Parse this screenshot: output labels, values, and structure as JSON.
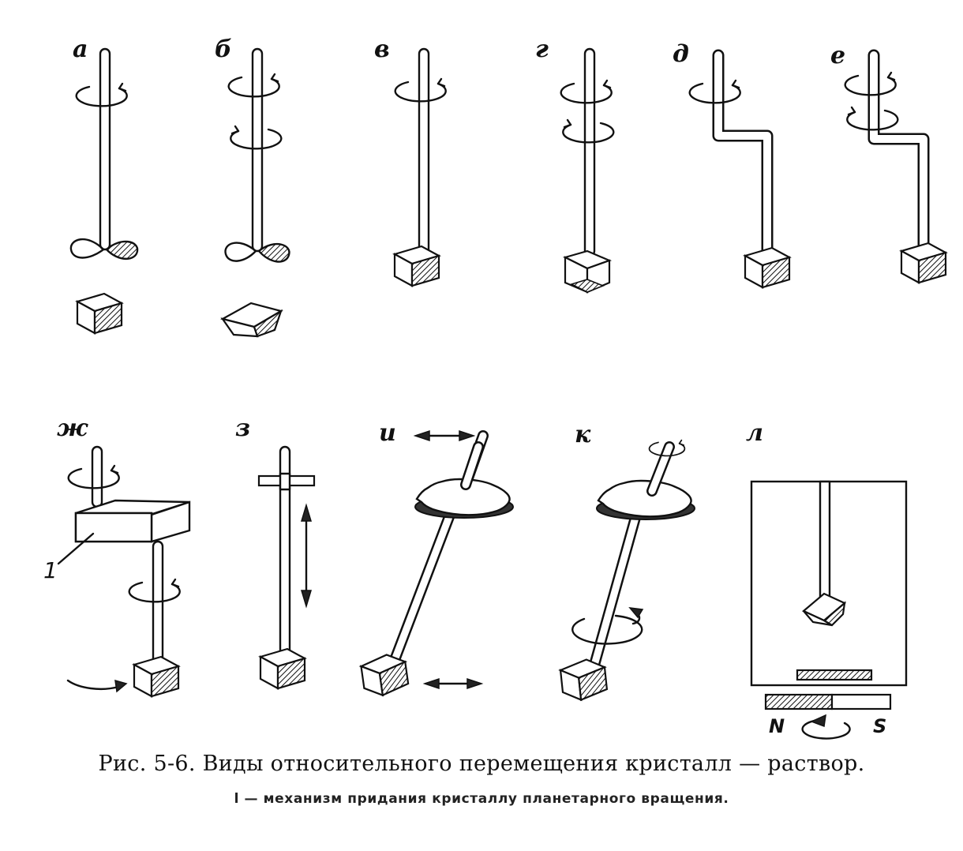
{
  "figure": {
    "panels": [
      {
        "label": "а"
      },
      {
        "label": "б"
      },
      {
        "label": "в"
      },
      {
        "label": "г"
      },
      {
        "label": "д"
      },
      {
        "label": "е"
      },
      {
        "label": "ж"
      },
      {
        "label": "з"
      },
      {
        "label": "и"
      },
      {
        "label": "к"
      },
      {
        "label": "л"
      }
    ],
    "callout_label": "1",
    "magnet": {
      "north": "N",
      "south": "S"
    }
  },
  "caption": {
    "title": "Рис. 5-6. Виды относительного перемещения кристалл — раствор.",
    "note": "l — механизм придания кристаллу планетарного вращения."
  }
}
